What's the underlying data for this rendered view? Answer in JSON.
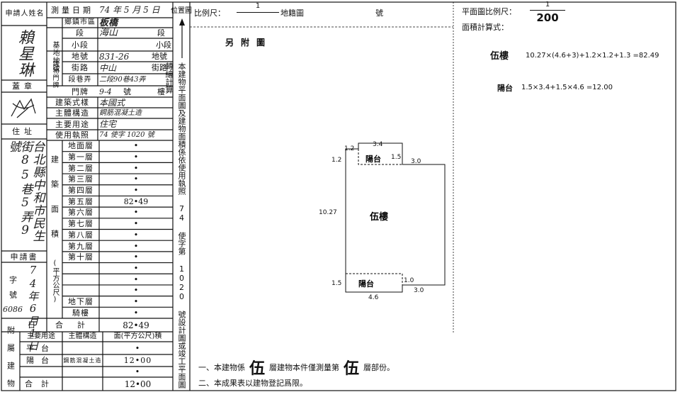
{
  "applicant": {
    "label": "申請人姓名",
    "name": "賴星琳",
    "seal_label": "蓋章",
    "address_label": "住址",
    "address_value": "台北縣中和市民生街85巷5弄9號"
  },
  "survey": {
    "date_label": "測量日期",
    "date_value": "74 年 5 月 5 日",
    "district_label": "鄉鎮市區",
    "district_value": "板橋"
  },
  "site": {
    "group_label": "基地地號",
    "section_label": "段",
    "section_value": "海山",
    "section_suffix": "段",
    "subsection_label": "小段",
    "subsection_suffix": "小段",
    "lot_label": "地號",
    "lot_value": "831-26",
    "lot_suffix": "地號"
  },
  "doorplate": {
    "group_label": "建物門牌",
    "street_label": "街路",
    "street_value": "中山",
    "street_suffix": "街路",
    "lane_label": "段巷弄",
    "lane_value": "二段90巷43弄",
    "number_label": "門牌",
    "number_value": "9-4",
    "number_suffix": "號",
    "floor_suffix": "樓"
  },
  "building": {
    "style_label": "建築式樣",
    "style_value": "本國式",
    "structure_label": "主體構造",
    "structure_value": "鋼筋混凝土造",
    "use_label": "主要用途",
    "use_value": "住宅",
    "permit_label": "使用執照",
    "permit_value": "74 使字 1020 號"
  },
  "area": {
    "group_label": "建築面積",
    "unit_label": "(平方公尺)",
    "floors": [
      {
        "name": "地面層",
        "value": "•"
      },
      {
        "name": "第一層",
        "value": "•"
      },
      {
        "name": "第二層",
        "value": "•"
      },
      {
        "name": "第三層",
        "value": "•"
      },
      {
        "name": "第四層",
        "value": "•"
      },
      {
        "name": "第五層",
        "value": "82•49"
      },
      {
        "name": "第六層",
        "value": "•"
      },
      {
        "name": "第七層",
        "value": "•"
      },
      {
        "name": "第八層",
        "value": "•"
      },
      {
        "name": "第九層",
        "value": "•"
      },
      {
        "name": "第十層",
        "value": "•"
      },
      {
        "name": "",
        "value": "•"
      },
      {
        "name": "",
        "value": "•"
      },
      {
        "name": "",
        "value": "•"
      },
      {
        "name": "地下層",
        "value": "•"
      },
      {
        "name": "騎樓",
        "value": "•"
      }
    ],
    "total_label": "合計",
    "total_value": "82•49"
  },
  "application": {
    "label": "申請書",
    "number_label": "字號",
    "date_text": "74年6月1日",
    "number_text": "6086",
    "date_label": "日"
  },
  "appendages": {
    "group_label": "附屬建物",
    "header_use": "主要用途",
    "header_structure": "主體構造",
    "header_area": "面(平方公尺)積",
    "rows": [
      {
        "use": "平台",
        "structure": "",
        "area": "•"
      },
      {
        "use": "陽台",
        "structure": "鋼筋混凝土造",
        "area": "12•00"
      },
      {
        "use": "",
        "structure": "",
        "area": "•"
      },
      {
        "use": "",
        "structure": "",
        "area": "•"
      }
    ],
    "total_label": "合計",
    "total_value": "12•00"
  },
  "vertical_note": "本建物平面圖及建物面積係依使用執照 74 使字第 1020 號設計圖或竣工平面圖轉繪計算",
  "plan": {
    "location_label": "位置圖",
    "scale_label": "比例尺：",
    "scale_value": "1",
    "cadastral_label": "地籍圖",
    "number_suffix": "號",
    "attached_note": "另附圖",
    "plan_scale_label": "平面圖比例尺：",
    "plan_scale_num": "1",
    "plan_scale_den": "200",
    "calc_label": "面積計算式：",
    "calc_main_name": "伍樓",
    "calc_main_formula": "10.27×(4.6+3)+1.2×1.2+1.3 =82.49",
    "calc_balcony_name": "陽台",
    "calc_balcony_formula": "1.5×3.4+1.5×4.6 =12.00",
    "floor_label": "伍樓",
    "balcony_label": "陽台",
    "dims": {
      "top_left": "1.2",
      "top_width": "3.4",
      "top_balcony_depth": "1.5",
      "right_top": "3.0",
      "left_offset": "1.2",
      "height": "10.27",
      "bottom_depth": "1.5",
      "bottom_width": "4.6",
      "bottom_right_depth": "1.0",
      "right_bottom": "3.0"
    }
  },
  "notes": {
    "note1_prefix": "一、本建物係",
    "note1_floor": "伍",
    "note1_mid": "層建物本件僅測量第",
    "note1_floor2": "伍",
    "note1_suffix": "層部份。",
    "note2": "二、本成果表以建物登記爲限。"
  }
}
